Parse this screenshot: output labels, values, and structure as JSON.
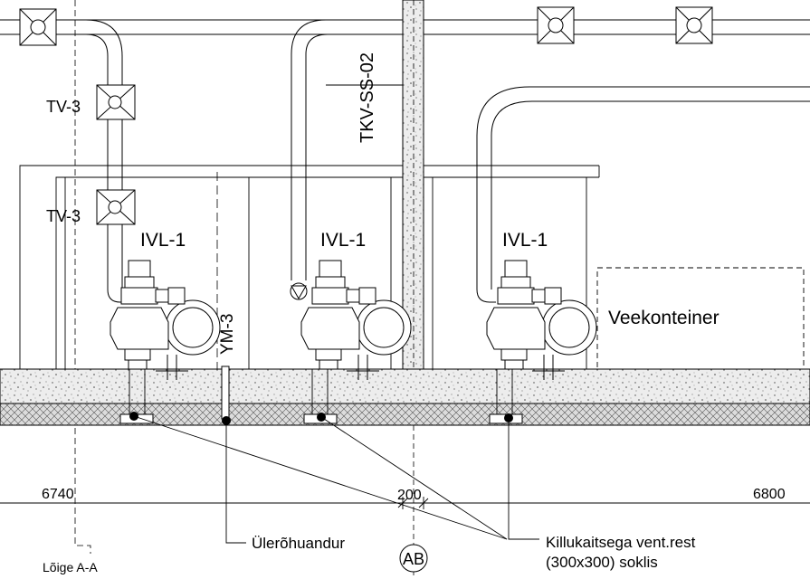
{
  "labels": {
    "tv3_upper": "TV-3",
    "tv3_lower": "TV-3",
    "pipe_tag": "TKV-SS-02",
    "unit_1": "IVL-1",
    "unit_2": "IVL-1",
    "unit_3": "IVL-1",
    "ym3": "YM-3",
    "water_container": "Veekonteiner",
    "dim_left": "6740",
    "dim_mid": "200",
    "dim_right": "6800",
    "pressure_relief": "Ülerõhuandur",
    "vent_grille_line1": "Killukaitsega vent.rest",
    "vent_grille_line2": "(300x300) soklis",
    "grid_axis": "AB",
    "section_mark": "Lõige A-A"
  },
  "colors": {
    "line": "#000000",
    "concrete_fill": "#e6e6e6",
    "insulation_fill": "#cfcfcf"
  }
}
